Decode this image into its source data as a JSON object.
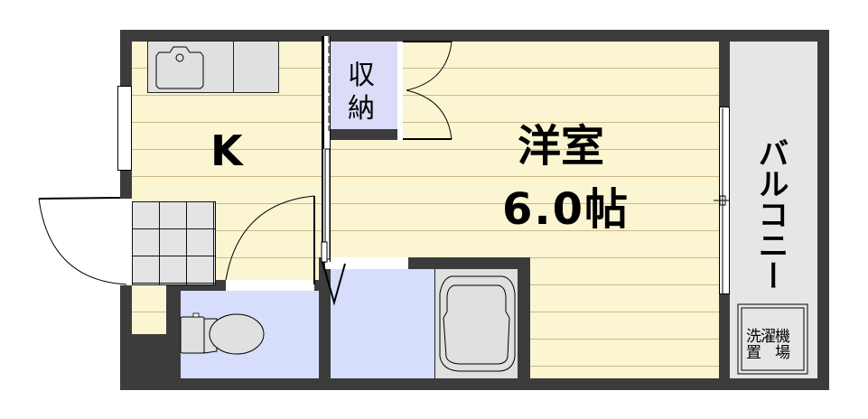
{
  "floor_plan": {
    "rooms": {
      "kitchen": {
        "label": "K"
      },
      "western_room": {
        "label": "洋室",
        "size": "6.0帖"
      },
      "closet": {
        "label_line1": "収",
        "label_line2": "納"
      },
      "balcony": {
        "label": "バルコニー"
      },
      "washer_space": {
        "label_line1": "洗濯機",
        "label_line2": "置　場"
      }
    },
    "colors": {
      "wall": "#3c3c3c",
      "floor": "#fbf5d2",
      "floor_line": "#cdb98a",
      "wet_area": "#d6defc",
      "closet": "#dcdcf8",
      "balcony": "#e6e6e6",
      "fixture": "#e0e0e0"
    }
  }
}
